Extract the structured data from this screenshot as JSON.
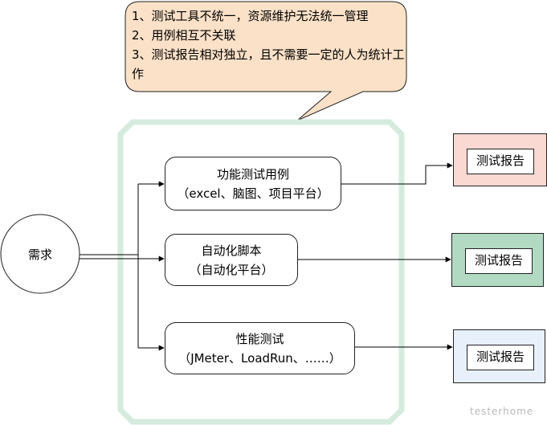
{
  "callout": {
    "text": "1、测试工具不统一，资源维护无法统一管理\n2、用例相互不关联\n3、测试报告相对独立，且不需要一定的人为统计工作"
  },
  "nodes": {
    "requirement": "需求",
    "functional_cases": {
      "line1": "功能测试用例",
      "line2": "（excel、脑图、项目平台）"
    },
    "automation_scripts": {
      "line1": "自动化脚本",
      "line2": "（自动化平台）"
    },
    "performance_test": {
      "line1": "性能测试",
      "line2": "（JMeter、LoadRun、……）"
    },
    "reports": [
      "测试报告",
      "测试报告",
      "测试报告"
    ]
  },
  "colors": {
    "callout_fill": "#fbe1c8",
    "group_border": "#d5ebdd",
    "report_1_fill": "#fbd9d3",
    "report_2_fill": "#b2d9c1",
    "report_3_fill": "#e8f0fb"
  },
  "watermark": "testerhome"
}
